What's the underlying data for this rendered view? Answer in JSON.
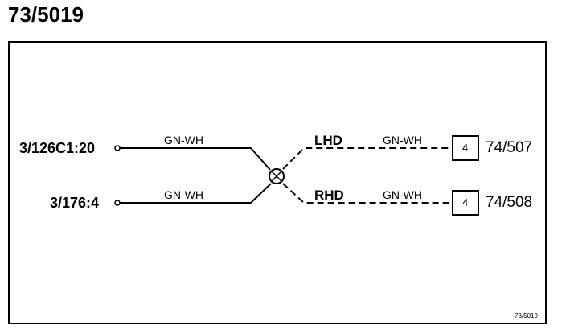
{
  "page_title": "73/5019",
  "figure_ref": "73/5019",
  "sources": [
    {
      "label": "3/126C1:20",
      "wire_color": "GN-WH"
    },
    {
      "label": "3/176:4",
      "wire_color": "GN-WH"
    }
  ],
  "branches": [
    {
      "variant": "LHD",
      "wire_color": "GN-WH",
      "pin": "4",
      "target": "74/507"
    },
    {
      "variant": "RHD",
      "wire_color": "GN-WH",
      "pin": "4",
      "target": "74/508"
    }
  ]
}
